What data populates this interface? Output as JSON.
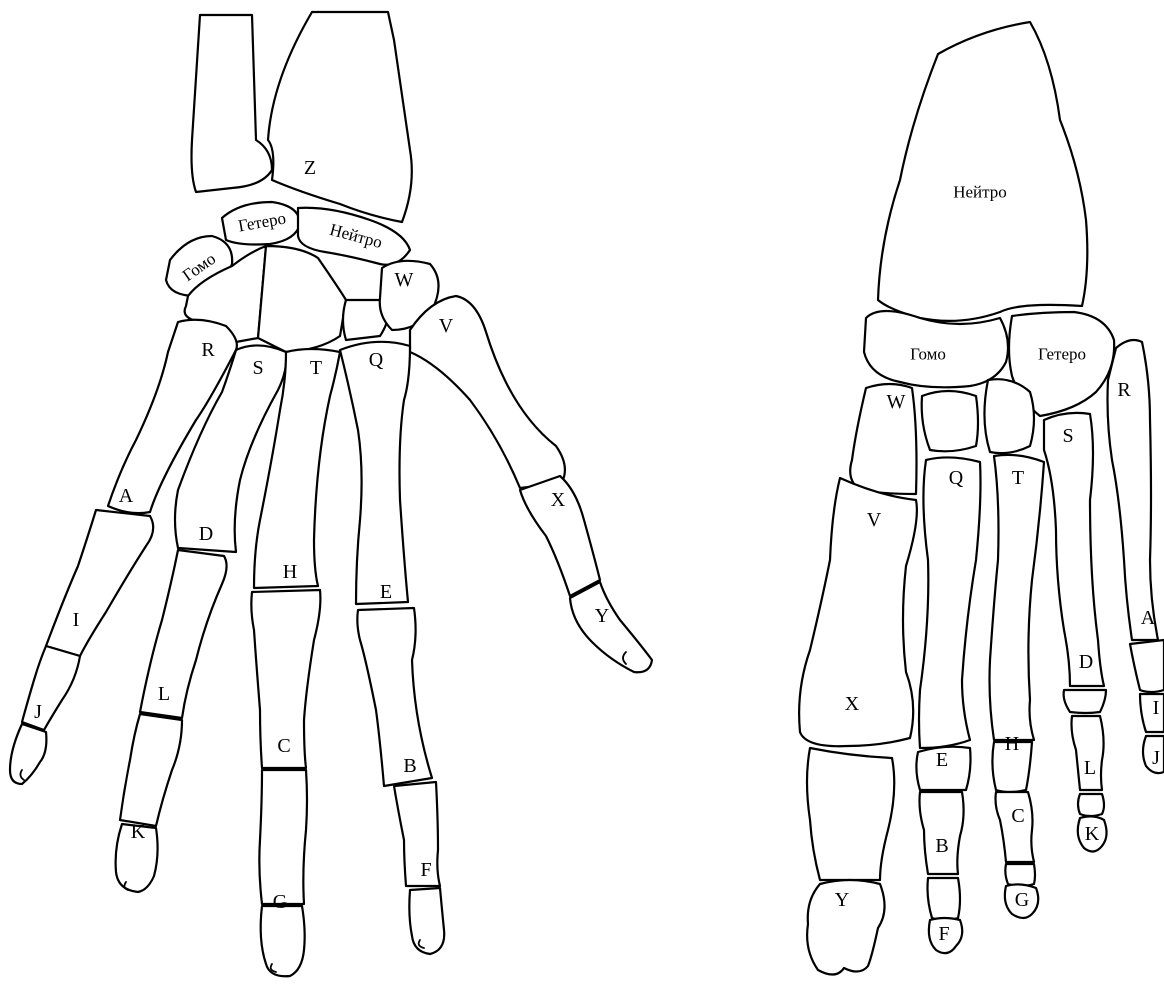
{
  "hand": {
    "labels": {
      "Z": "Z",
      "homo": "Гомо",
      "hetero": "Гетеро",
      "neutro": "Нейтро",
      "W": "W",
      "R": "R",
      "S": "S",
      "T": "T",
      "Q": "Q",
      "V": "V",
      "A": "A",
      "D": "D",
      "H": "H",
      "E": "E",
      "X": "X",
      "I": "I",
      "L": "L",
      "C": "C",
      "B": "B",
      "Y": "Y",
      "J": "J",
      "K": "K",
      "G": "G",
      "F": "F"
    }
  },
  "foot": {
    "labels": {
      "neutro": "Нейтро",
      "homo": "Гомо",
      "hetero": "Гетеро",
      "R": "R",
      "W": "W",
      "S": "S",
      "Q": "Q",
      "T": "T",
      "V": "V",
      "A": "A",
      "D": "D",
      "X": "X",
      "E": "E",
      "H": "H",
      "I": "I",
      "L": "L",
      "J": "J",
      "C": "C",
      "B": "B",
      "K": "K",
      "Y": "Y",
      "G": "G",
      "F": "F"
    }
  }
}
